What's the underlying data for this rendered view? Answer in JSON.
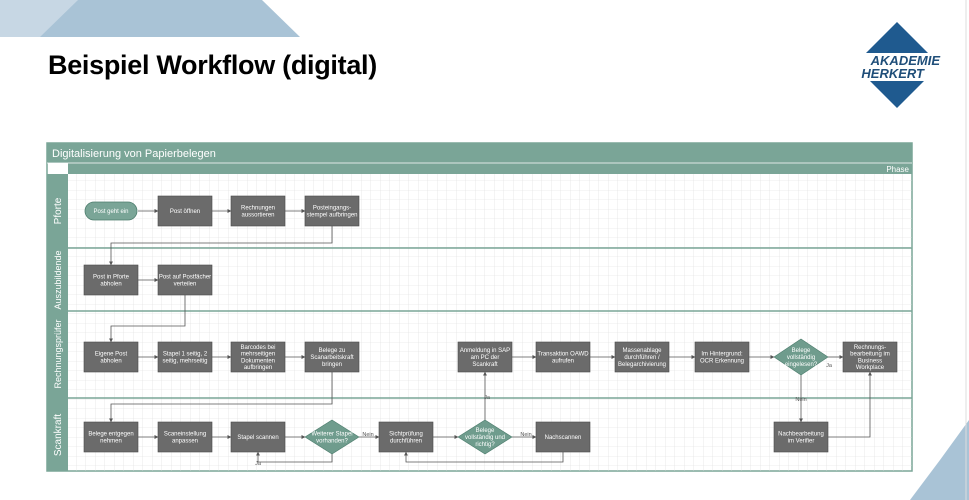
{
  "slide": {
    "title": "Beispiel Workflow (digital)"
  },
  "logo": {
    "line1": "AKADEMIE",
    "line2": "HERKERT",
    "color": "#1f5a8f"
  },
  "colors": {
    "lane_header": "#7aa597",
    "pool_header": "#7aa597",
    "process_box": "#6b6b6b",
    "start_node": "#7aa597",
    "decision": "#6f9c8d",
    "slide_bar": "#a9c3d6"
  },
  "diagram": {
    "pool_title": "Digitalisierung von Papierbelegen",
    "phase_label": "Phase",
    "lanes": [
      {
        "label": "Pforte"
      },
      {
        "label": "Auszubildende"
      },
      {
        "label": "Rechnungsprüfer"
      },
      {
        "label": "Scankraft"
      }
    ],
    "nodes": {
      "post_geht_ein": [
        "Post geht ein"
      ],
      "post_oeffnen": [
        "Post öffnen"
      ],
      "rechnungen_aussortieren": [
        "Rechnungen",
        "aussortieren"
      ],
      "posteingangsstempel": [
        "Posteingangs-",
        "stempel aufbringen"
      ],
      "post_in_pforte": [
        "Post in Pforte",
        "abholen"
      ],
      "post_auf_postfaecher": [
        "Post auf Postfächer",
        "verteilen"
      ],
      "eigene_post": [
        "Eigene Post",
        "abholen"
      ],
      "stapel_seitig": [
        "Stapel 1 seitig, 2",
        "seitig, mehrseitig"
      ],
      "barcodes": [
        "Barcodes bei",
        "mehrseitigen",
        "Dokumenten",
        "aufbringen"
      ],
      "belege_zu_scan": [
        "Belege zu",
        "Scanarbeitskraft",
        "bringen"
      ],
      "anmeldung_sap": [
        "Anmeldung in SAP",
        "am PC der",
        "Scankraft"
      ],
      "transaktion_oawd": [
        "Transaktion OAWD",
        "aufrufen"
      ],
      "massenablage": [
        "Massenablage",
        "durchführen /",
        "Belegarchivierung"
      ],
      "im_hintergrund": [
        "Im Hintergrund:",
        "OCR Erkennung"
      ],
      "belege_eingelesen": [
        "Belege",
        "vollständig",
        "eingelesen?"
      ],
      "rechnungsbearbeitung": [
        "Rechnungs-",
        "bearbeitung im",
        "Business",
        "Workplace"
      ],
      "belege_entgegen": [
        "Belege entgegen",
        "nehmen"
      ],
      "scaneinstellung": [
        "Scaneinstellung",
        "anpassen"
      ],
      "stapel_scannen": [
        "Stapel scannen"
      ],
      "weiterer_stapel": [
        "Weiterer Stapel",
        "vorhanden?"
      ],
      "sichtpruefung": [
        "Sichtprüfung",
        "durchführen"
      ],
      "belege_vollstaendig": [
        "Belege",
        "vollständig und",
        "richtig?"
      ],
      "nachscannen": [
        "Nachscannen"
      ],
      "nachbearbeitung": [
        "Nachbearbeitung",
        "im Verifier"
      ]
    },
    "edge_labels": {
      "nein_1": "Nein",
      "ja_1": "Ja",
      "nein_2": "Nein",
      "ja_2": "Ja",
      "nein_3": "Nein",
      "ja_3": "Ja"
    }
  }
}
